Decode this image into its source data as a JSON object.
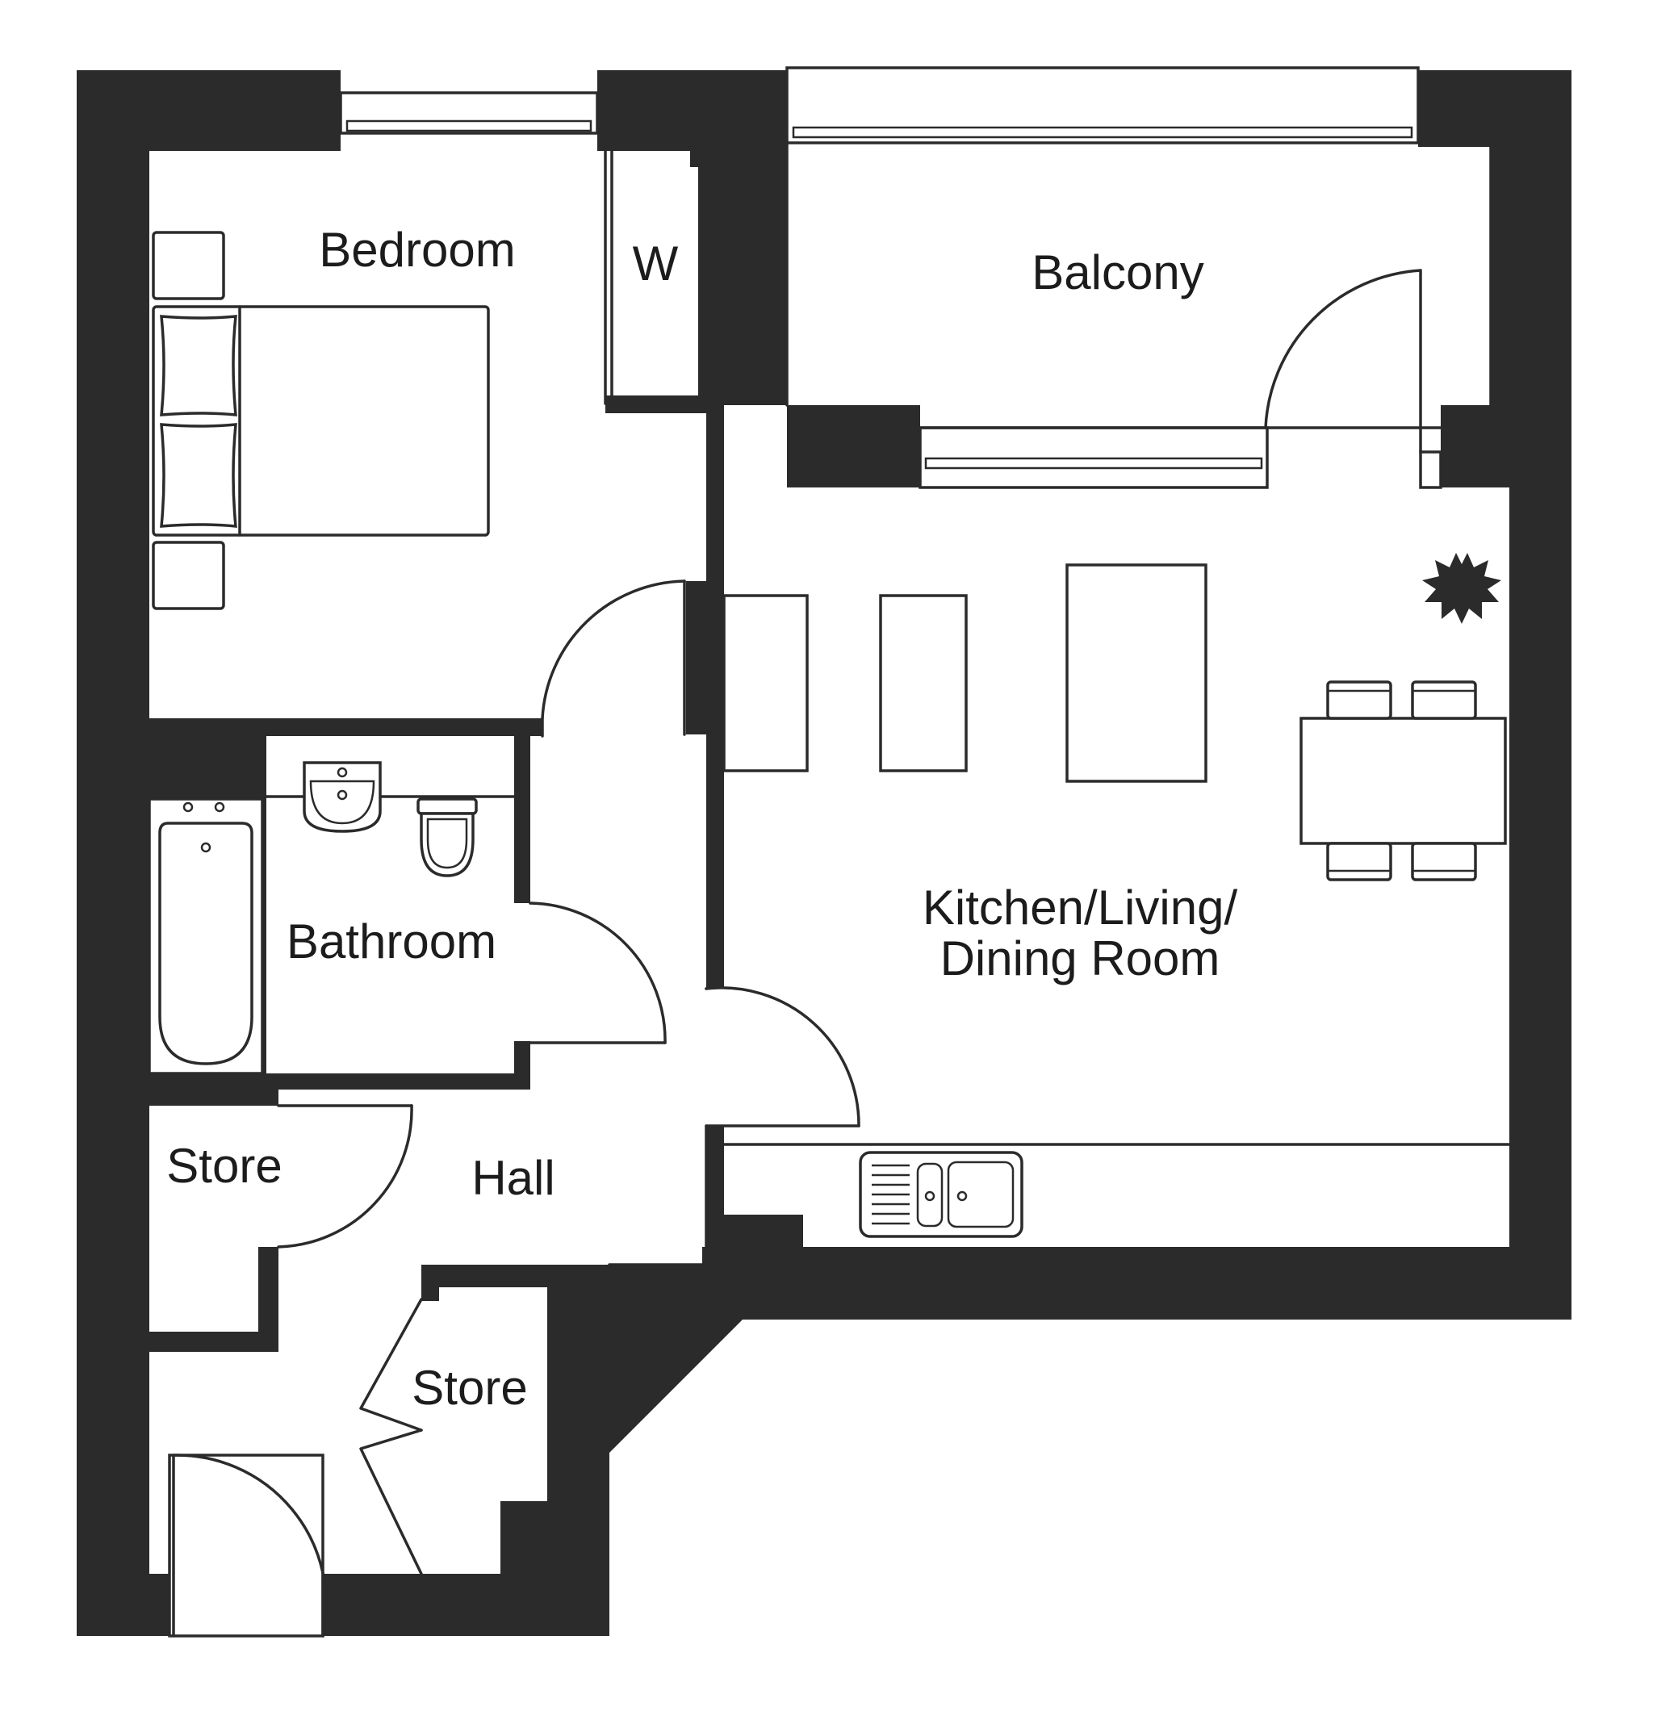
{
  "rooms": {
    "bedroom": "Bedroom",
    "wardrobe": "W",
    "balcony": "Balcony",
    "kitchen_line1": "Kitchen/Living/",
    "kitchen_line2": "Dining Room",
    "bathroom": "Bathroom",
    "hall": "Hall",
    "store_left": "Store",
    "store_lower": "Store"
  },
  "symbols": {
    "wall_color": "#2b2b2b",
    "background": "#ffffff",
    "heater_icon": "starburst-icon"
  }
}
